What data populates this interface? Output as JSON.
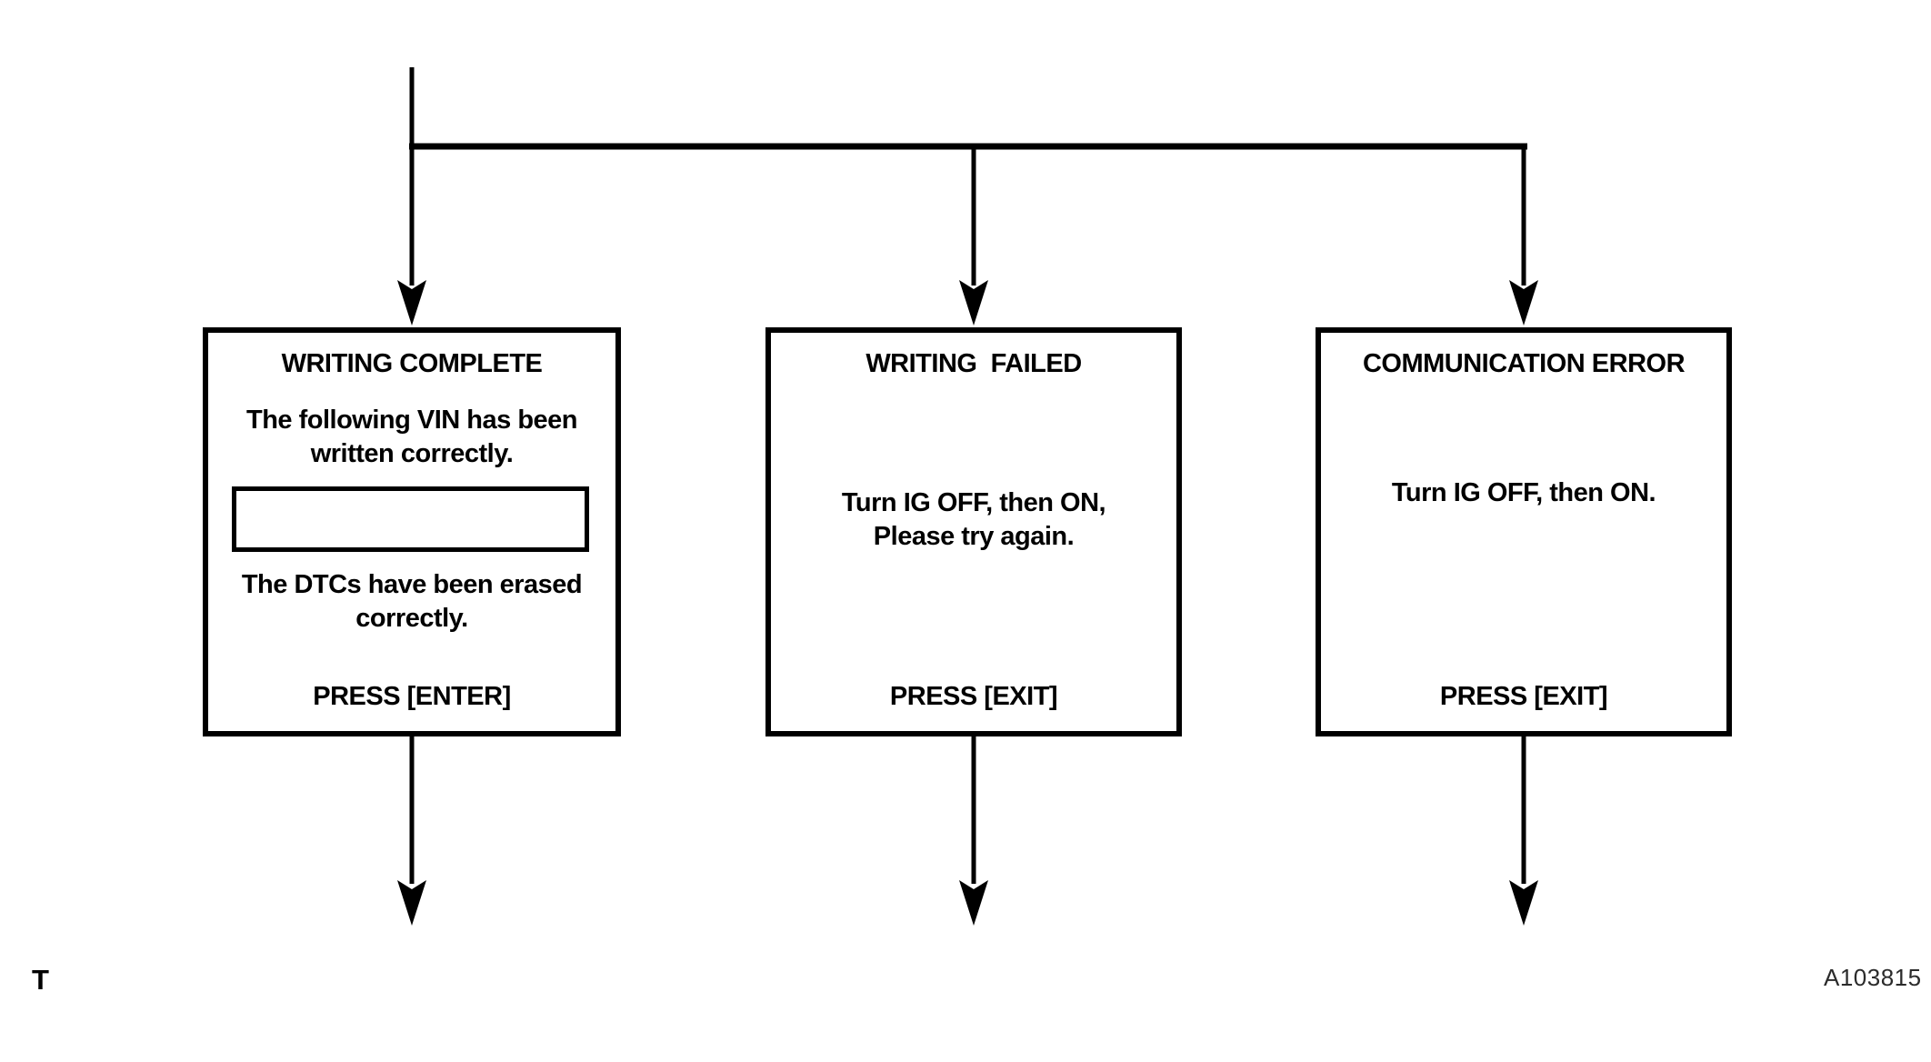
{
  "page": {
    "background": "#ffffff",
    "ink_color": "#000000",
    "figure_code_color": "#2b2b2b"
  },
  "diagram": {
    "type": "flowchart",
    "flow": "top-to-bottom-three-way-branch",
    "nodes": [
      {
        "id": "writing-complete",
        "title": "WRITING COMPLETE",
        "body_top": "The following VIN has been\nwritten correctly.",
        "vin_field_value": "",
        "body_bottom": "The DTCs have been erased\ncorrectly.",
        "action": "PRESS [ENTER]"
      },
      {
        "id": "writing-failed",
        "title": "WRITING  FAILED",
        "body": "Turn IG OFF, then ON,\nPlease try again.",
        "action": "PRESS [EXIT]"
      },
      {
        "id": "communication-error",
        "title": "COMMUNICATION ERROR",
        "body": "Turn IG OFF, then ON.",
        "action": "PRESS [EXIT]"
      }
    ]
  },
  "footer": {
    "left_label": "T",
    "figure_code": "A103815"
  }
}
